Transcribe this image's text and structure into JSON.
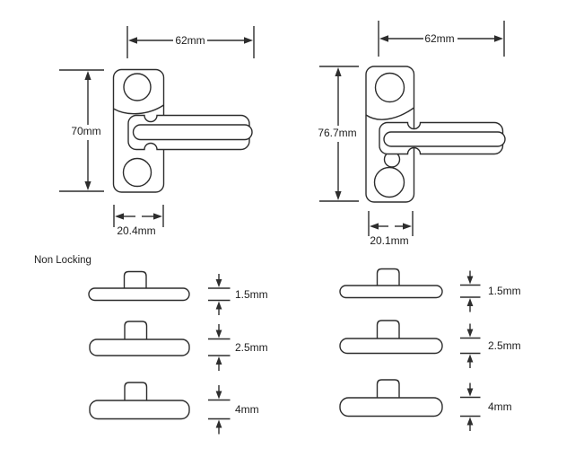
{
  "colors": {
    "line": "#2d2d2d",
    "text": "#1d1d1d",
    "background": "#ffffff"
  },
  "section_label": "Non Locking",
  "left_handle": {
    "width_label": "62mm",
    "height_label": "70mm",
    "base_width_label": "20.4mm"
  },
  "right_handle": {
    "width_label": "62mm",
    "height_label": "76.7mm",
    "base_width_label": "20.1mm"
  },
  "left_profiles": {
    "thickness_labels": [
      "1.5mm",
      "2.5mm",
      "4mm"
    ]
  },
  "right_profiles": {
    "thickness_labels": [
      "1.5mm",
      "2.5mm",
      "4mm"
    ]
  }
}
